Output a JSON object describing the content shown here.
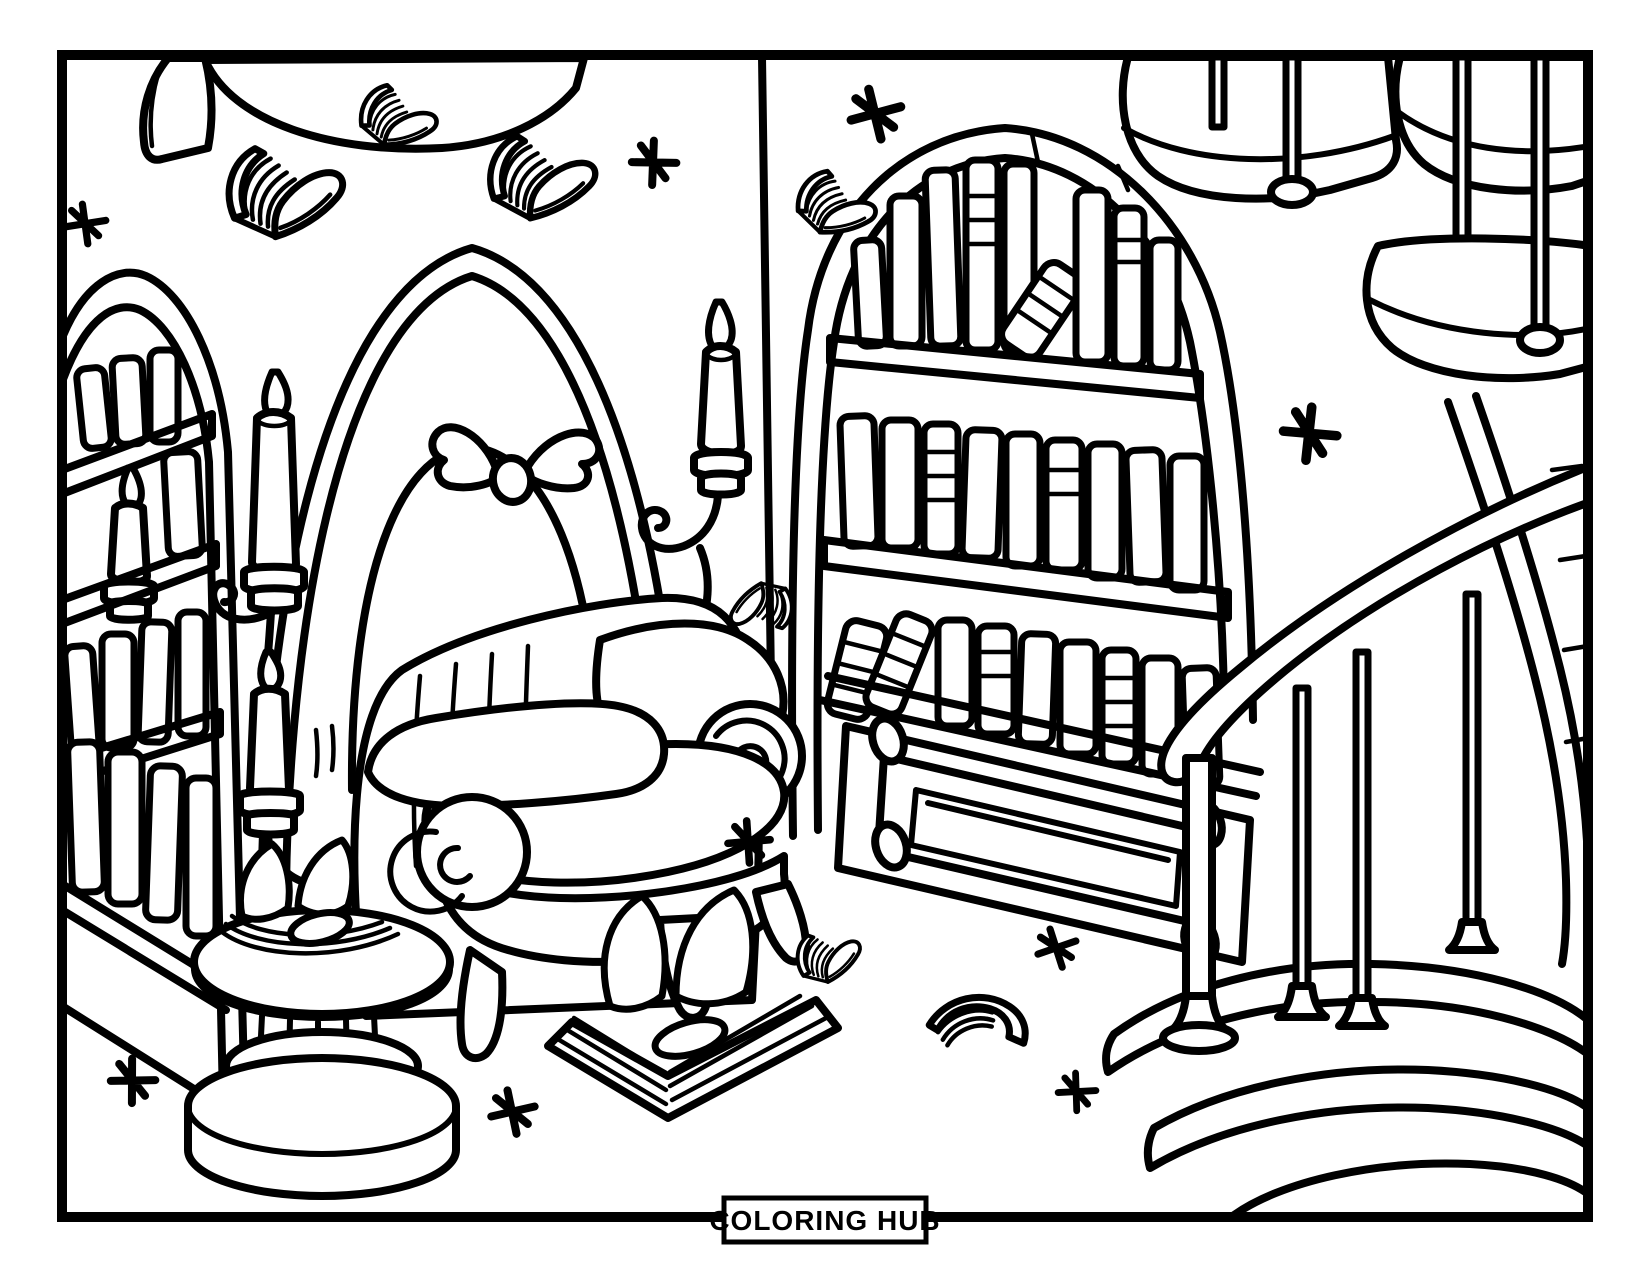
{
  "page": {
    "background": "#ffffff",
    "line_color": "#000000",
    "badge": {
      "label": "COLORING HUB"
    },
    "scene": {
      "type": "black-and-white line-art coloring page",
      "subject": "magical library reading nook",
      "elements": [
        "corner-drape",
        "flying-open-book",
        "sparkle",
        "wall-corner",
        "baseboard",
        "left-arched-bookshelf",
        "shelf-candle",
        "floor-candelabra",
        "oval-alcove-arch",
        "ribbon-bow",
        "wall-sconce-candle",
        "scroll-armchair",
        "pedestal-table",
        "open-book-on-table",
        "open-book-on-floor",
        "fluttering-book",
        "falling-bent-book",
        "gothic-arched-bookcase",
        "bookshelf-books",
        "bottom-drawer-cabinet",
        "spiral-staircase",
        "stair-tread",
        "baluster",
        "handrail",
        "stair-base-steps"
      ]
    }
  }
}
